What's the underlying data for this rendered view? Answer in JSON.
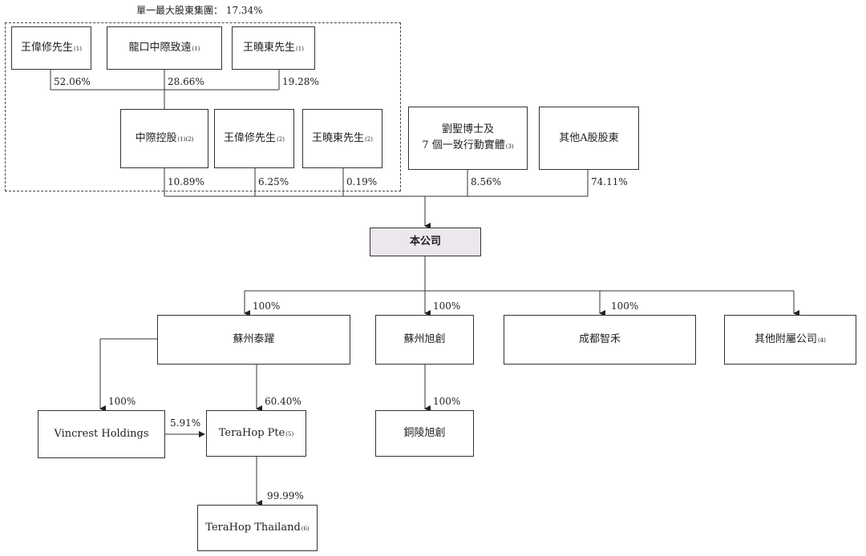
{
  "group_label": "單一最大股東集團： 17.34%",
  "nodes": {
    "wang_weixiu_top": {
      "label": "王偉修先生",
      "note": "(1)"
    },
    "longkou": {
      "label": "龍口中際致遠",
      "note": "(1)"
    },
    "wang_xiaodong_top": {
      "label": "王曉東先生",
      "note": "(1)"
    },
    "zhongji": {
      "label": "中際控股",
      "note": "(1)(2)"
    },
    "wang_weixiu_mid": {
      "label": "王偉修先生",
      "note": "(2)"
    },
    "wang_xiaodong_mid": {
      "label": "王曉東先生",
      "note": "(2)"
    },
    "liu": {
      "line1": "劉聖博士及",
      "line2": "7 個一致行動實體",
      "note": "(3)"
    },
    "other_a": {
      "label": "其他A股股東",
      "note": ""
    },
    "company": {
      "label": "本公司",
      "note": ""
    },
    "suzhou_tai": {
      "label": "蘇州泰躍",
      "note": ""
    },
    "suzhou_xu": {
      "label": "蘇州旭創",
      "note": ""
    },
    "chengdu": {
      "label": "成都智禾",
      "note": ""
    },
    "other_sub": {
      "label": "其他附屬公司",
      "note": "(4)"
    },
    "vincrest": {
      "label": "Vincrest Holdings",
      "note": ""
    },
    "terahop_pte": {
      "label": "TeraHop Pte",
      "note": "(5)"
    },
    "tongling": {
      "label": "銅陵旭創",
      "note": ""
    },
    "terahop_th": {
      "label": "TeraHop Thailand",
      "note": "(6)"
    }
  },
  "percentages": {
    "p_52": "52.06%",
    "p_2866": "28.66%",
    "p_1928": "19.28%",
    "p_1089": "10.89%",
    "p_625": "6.25%",
    "p_019": "0.19%",
    "p_856": "8.56%",
    "p_7411": "74.11%",
    "p_100_a": "100%",
    "p_100_b": "100%",
    "p_100_c": "100%",
    "p_100_v": "100%",
    "p_6040": "60.40%",
    "p_591": "5.91%",
    "p_100_t": "100%",
    "p_9999": "99.99%"
  }
}
